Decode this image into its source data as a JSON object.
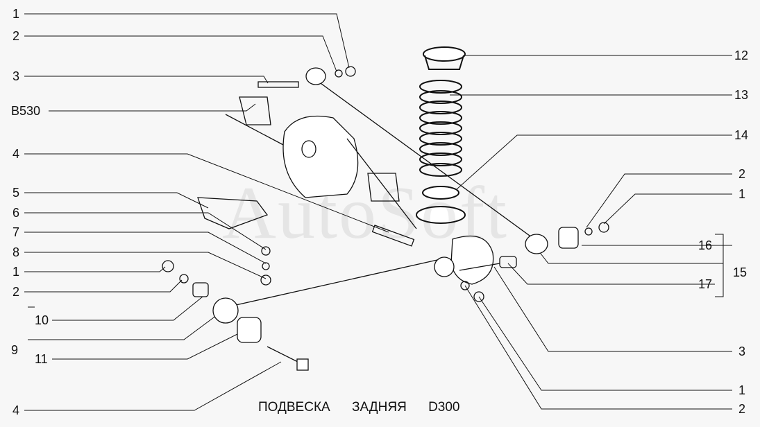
{
  "title": {
    "part1": "ПОДВЕСКА",
    "part2": "ЗАДНЯЯ",
    "part3": "D300"
  },
  "watermark": "AutoSoft",
  "left_callouts": [
    "1",
    "2",
    "3",
    "B530",
    "4",
    "5",
    "6",
    "7",
    "8",
    "1",
    "2",
    "10",
    "9",
    "11",
    "4"
  ],
  "right_callouts": [
    "12",
    "13",
    "14",
    "2",
    "1",
    "16",
    "15",
    "17",
    "3",
    "1",
    "2"
  ]
}
